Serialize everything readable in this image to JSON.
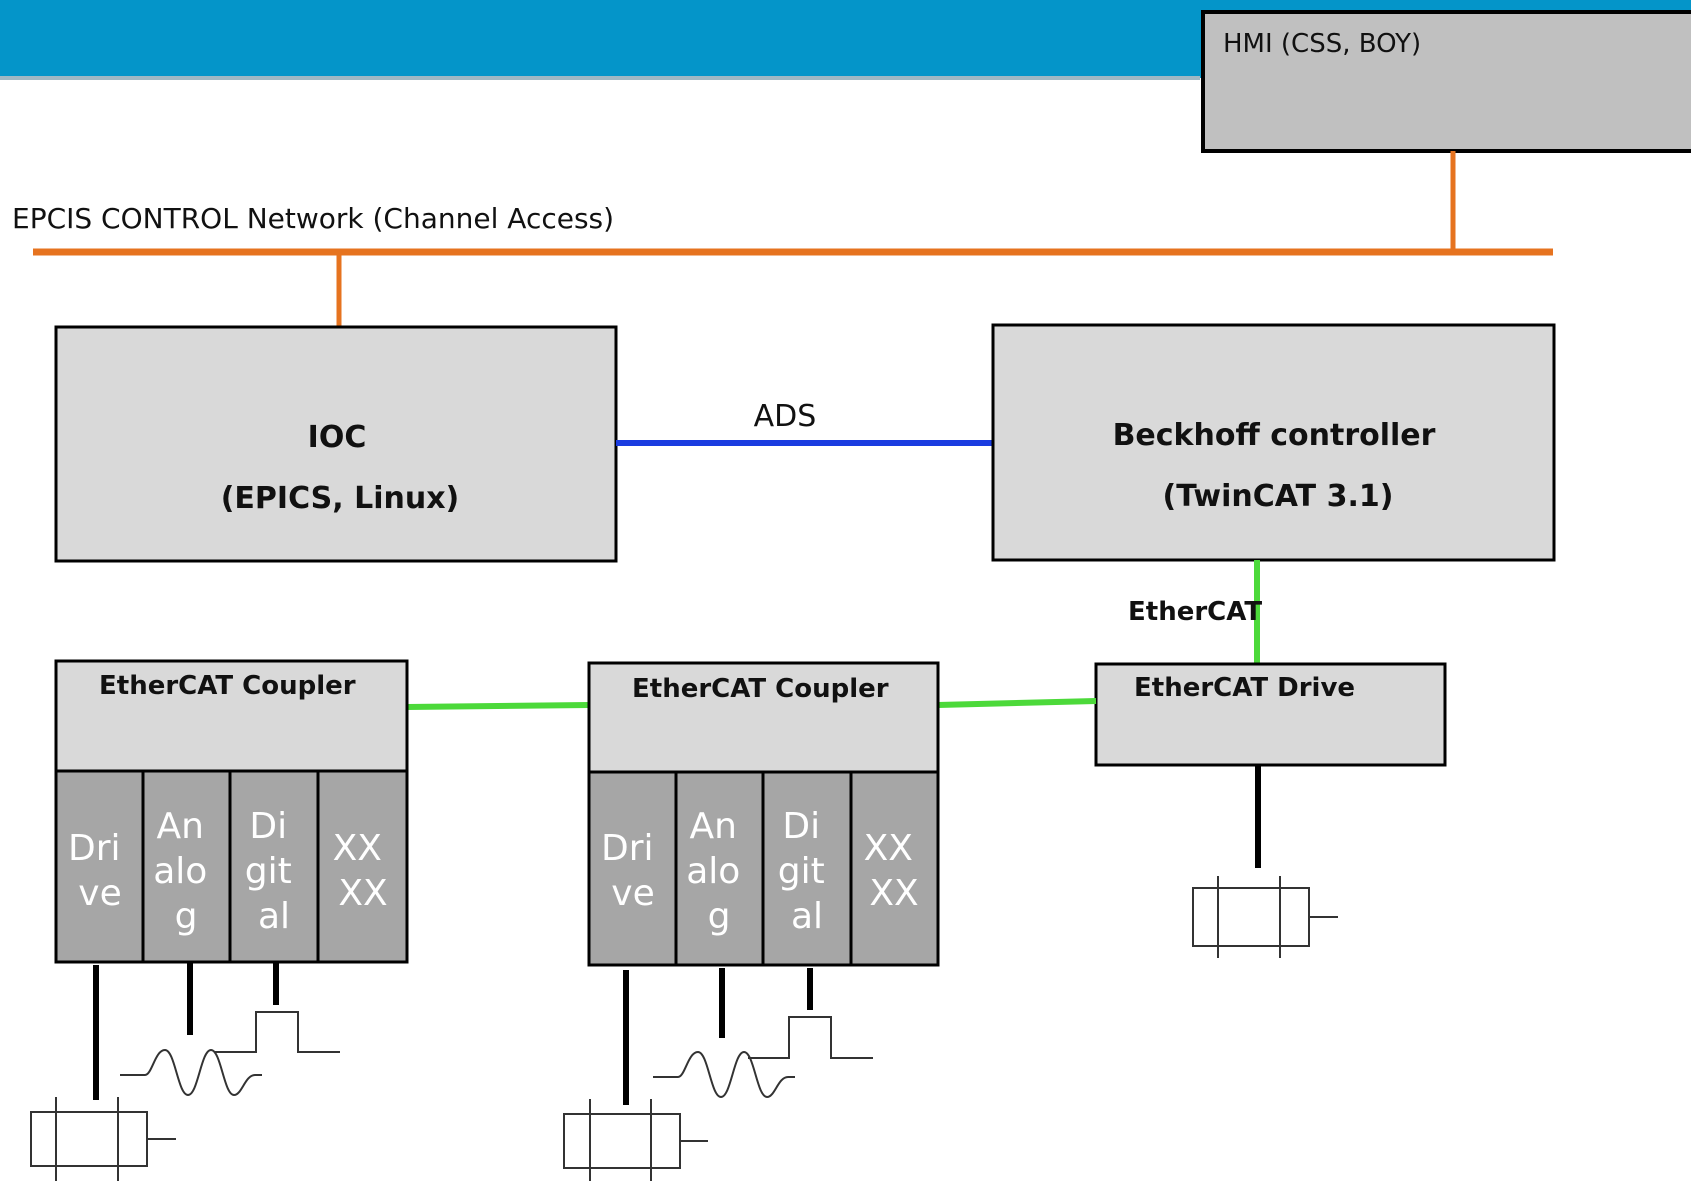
{
  "header_band": {
    "color": "#0495c9"
  },
  "colors": {
    "box_fill": "#d9d9d9",
    "hmi_fill": "#c0c0c0",
    "slot_fill": "#a6a6a6",
    "network": "#e6731f",
    "ads_link": "#1a3ce0",
    "ethercat_link": "#4cd93a"
  },
  "hmi": {
    "label": "HMI (CSS, BOY)"
  },
  "network": {
    "label": "EPCIS CONTROL Network (Channel Access)"
  },
  "ioc": {
    "title": "IOC",
    "subtitle": "(EPICS, Linux)"
  },
  "ads": {
    "label": "ADS"
  },
  "beckhoff": {
    "title": "Beckhoff controller",
    "subtitle": "(TwinCAT 3.1)"
  },
  "ethercat_link": {
    "label": "EtherCAT"
  },
  "coupler_1": {
    "label": "EtherCAT Coupler",
    "slots": [
      {
        "name": "drive",
        "lines": [
          "Dri",
          "ve"
        ]
      },
      {
        "name": "analog",
        "lines": [
          "An",
          "alo",
          "g"
        ]
      },
      {
        "name": "digital",
        "lines": [
          "Di",
          "git",
          "al"
        ]
      },
      {
        "name": "xxxx",
        "lines": [
          "XX",
          "XX"
        ]
      }
    ]
  },
  "coupler_2": {
    "label": "EtherCAT Coupler",
    "slots": [
      {
        "name": "drive",
        "lines": [
          "Dri",
          "ve"
        ]
      },
      {
        "name": "analog",
        "lines": [
          "An",
          "alo",
          "g"
        ]
      },
      {
        "name": "digital",
        "lines": [
          "Di",
          "git",
          "al"
        ]
      },
      {
        "name": "xxxx",
        "lines": [
          "XX",
          "XX"
        ]
      }
    ]
  },
  "drive": {
    "label": "EtherCAT Drive"
  },
  "icons": [
    "motor-icon",
    "sine-wave-icon",
    "pulse-icon"
  ]
}
